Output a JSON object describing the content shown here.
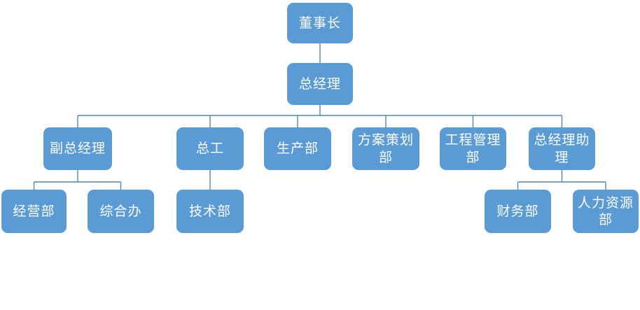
{
  "diagram": {
    "type": "org-chart",
    "nodes": [
      {
        "id": "chairman",
        "label": "董事长",
        "level": 1,
        "parent": null
      },
      {
        "id": "general-manager",
        "label": "总经理",
        "level": 2,
        "parent": "chairman"
      },
      {
        "id": "deputy-general-manager",
        "label": "副总经理",
        "level": 3,
        "parent": "general-manager"
      },
      {
        "id": "chief-engineer",
        "label": "总工",
        "level": 3,
        "parent": "general-manager"
      },
      {
        "id": "production-dept",
        "label": "生产部",
        "level": 3,
        "parent": "general-manager"
      },
      {
        "id": "planning-dept",
        "label": "方案策划部",
        "level": 3,
        "parent": "general-manager"
      },
      {
        "id": "engineering-management-dept",
        "label": "工程管理部",
        "level": 3,
        "parent": "general-manager"
      },
      {
        "id": "gm-assistant",
        "label": "总经理助理",
        "level": 3,
        "parent": "general-manager"
      },
      {
        "id": "operations-dept",
        "label": "经营部",
        "level": 4,
        "parent": "deputy-general-manager"
      },
      {
        "id": "general-office",
        "label": "综合办",
        "level": 4,
        "parent": "deputy-general-manager"
      },
      {
        "id": "technical-dept",
        "label": "技术部",
        "level": 4,
        "parent": "chief-engineer"
      },
      {
        "id": "finance-dept",
        "label": "财务部",
        "level": 4,
        "parent": "gm-assistant"
      },
      {
        "id": "hr-dept",
        "label": "人力资源部",
        "level": 4,
        "parent": "gm-assistant"
      }
    ]
  },
  "colors": {
    "node_fill": "#5b9bd5",
    "node_text": "#ffffff",
    "connector": "#4e86ba",
    "background": "#ffffff"
  }
}
